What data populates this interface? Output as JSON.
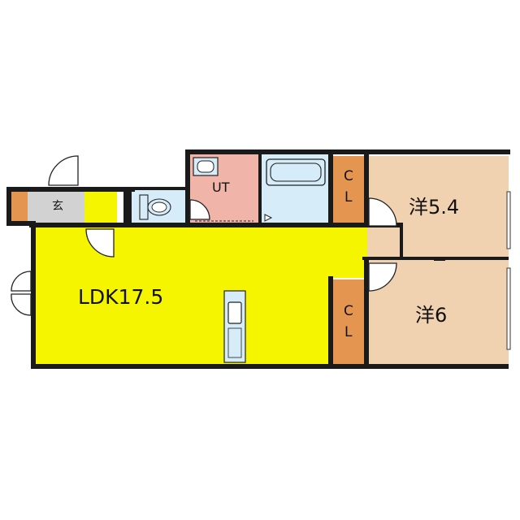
{
  "rooms": {
    "ldk": "LDK17.5",
    "western1": "洋5.4",
    "western2": "洋6",
    "utility": "UT",
    "entrance": "玄",
    "closet1_top": "C",
    "closet1_bottom": "L",
    "closet2_top": "C",
    "closet2_bottom": "L"
  },
  "colors": {
    "ldk": "#f5f500",
    "western": "#f0d2b0",
    "closet": "#e49650",
    "utility": "#f0b4a8",
    "bath": "#d6ecf8",
    "entrance": "#d2d2d2",
    "wall": "#1a1a1a"
  },
  "fixtures": [
    "bathtub-icon",
    "toilet-icon",
    "washbasin-icon",
    "kitchen-sink-icon",
    "shoe-cabinet-icon"
  ]
}
